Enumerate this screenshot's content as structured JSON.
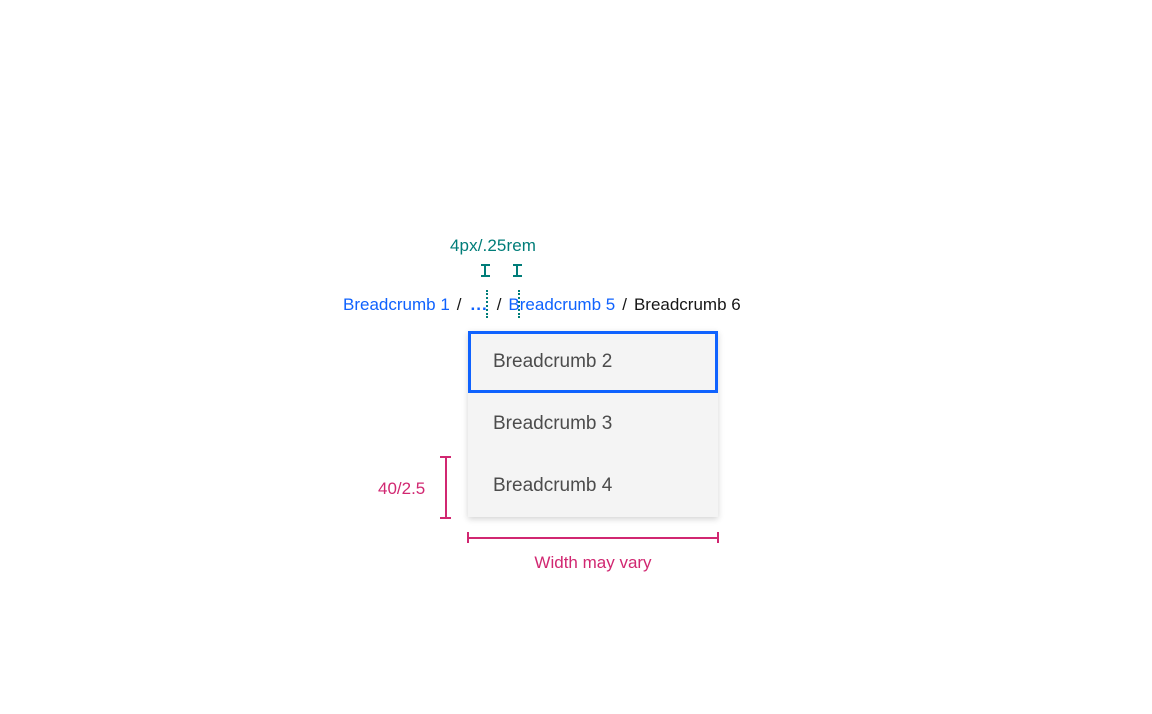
{
  "background_color": "#ffffff",
  "colors": {
    "link": "#0f62fe",
    "focus_border": "#0f62fe",
    "current_text": "#161616",
    "menu_background": "#f4f4f4",
    "menu_text": "#4c4c4c",
    "spacing_annotation": "#007d79",
    "dimension_annotation": "#d12771"
  },
  "annotations": {
    "spacing": {
      "label": "4px/.25rem",
      "marker_left": "i-beam-marker",
      "marker_right": "i-beam-marker",
      "guide_left": "dotted-guide",
      "guide_right": "dotted-guide"
    },
    "height": {
      "label": "40/2.5"
    },
    "width": {
      "label": "Width may vary"
    }
  },
  "breadcrumb": {
    "separator": "/",
    "overflow_label": "...",
    "items": [
      {
        "label": "Breadcrumb 1",
        "current": false
      },
      {
        "label": "Breadcrumb 5",
        "current": false
      },
      {
        "label": "Breadcrumb 6",
        "current": true
      }
    ]
  },
  "overflow_menu": {
    "items": [
      {
        "label": "Breadcrumb 2",
        "focused": true
      },
      {
        "label": "Breadcrumb 3",
        "focused": false
      },
      {
        "label": "Breadcrumb 4",
        "focused": false
      }
    ]
  }
}
